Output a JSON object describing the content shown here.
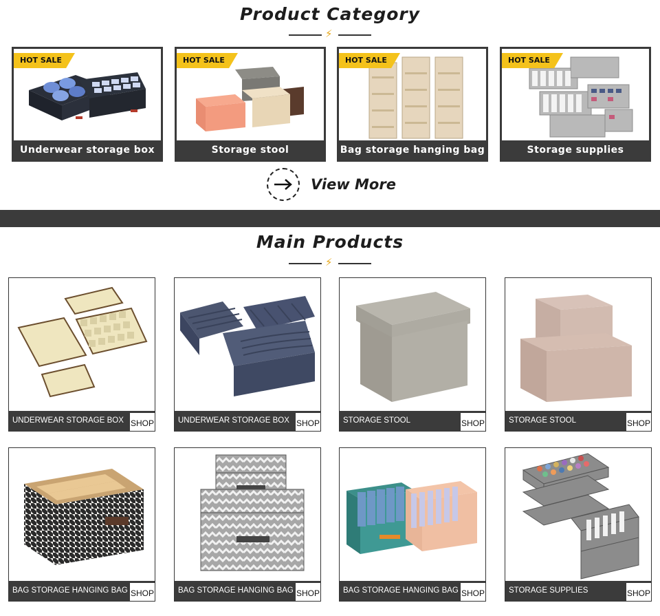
{
  "category_section": {
    "title": "Product Category",
    "hot_label": "HOT SALE",
    "cards": [
      {
        "label": "Underwear storage box",
        "icon": "underwear-box-image"
      },
      {
        "label": "Storage stool",
        "icon": "storage-stool-image"
      },
      {
        "label": "Bag storage hanging bag",
        "icon": "hanging-bag-image"
      },
      {
        "label": "Storage supplies",
        "icon": "storage-supplies-image"
      }
    ],
    "view_more": "View More"
  },
  "products_section": {
    "title": "Main Products",
    "shop_label": "SHOP",
    "items": [
      {
        "name": "UNDERWEAR STORAGE BOX"
      },
      {
        "name": "UNDERWEAR STORAGE BOX"
      },
      {
        "name": "STORAGE STOOL"
      },
      {
        "name": "STORAGE STOOL"
      },
      {
        "name": "BAG STORAGE HANGING BAG"
      },
      {
        "name": "BAG STORAGE HANGING BAG"
      },
      {
        "name": "BAG STORAGE HANGING BAG"
      },
      {
        "name": "STORAGE SUPPLIES"
      }
    ]
  },
  "colors": {
    "accent": "#f4c21b",
    "dark_bar": "#3b3b3b",
    "bolt": "#e7a81b"
  }
}
